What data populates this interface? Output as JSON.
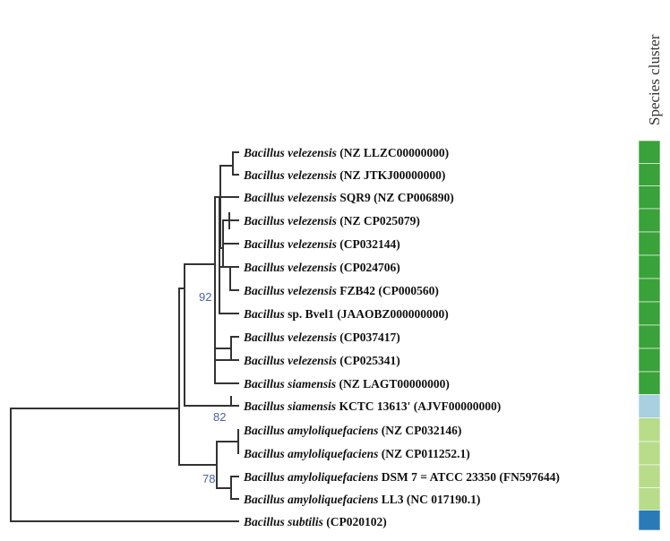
{
  "legend": {
    "title": "Species cluster"
  },
  "colors": {
    "branch": "#333333",
    "bootstrap": "#4a64a8",
    "cluster_velezensis": "#3aa23a",
    "cluster_siamensis": "#a8d0e0",
    "cluster_amyloliquefaciens": "#b8dc8a",
    "cluster_subtilis": "#2a7ab8"
  },
  "leaves": [
    {
      "genus": "Bacillus velezensis",
      "rest": " (NZ LLZC00000000)",
      "cluster": "velezensis"
    },
    {
      "genus": "Bacillus velezensis",
      "rest": " (NZ JTKJ00000000)",
      "cluster": "velezensis"
    },
    {
      "genus": "Bacillus velezensis",
      "rest": " SQR9 (NZ CP006890)",
      "cluster": "velezensis"
    },
    {
      "genus": "Bacillus velezensis",
      "rest": " (NZ CP025079)",
      "cluster": "velezensis"
    },
    {
      "genus": "Bacillus velezensis",
      "rest": " (CP032144)",
      "cluster": "velezensis"
    },
    {
      "genus": "Bacillus velezensis",
      "rest": " (CP024706)",
      "cluster": "velezensis"
    },
    {
      "genus": "Bacillus velezensis",
      "rest": " FZB42 (CP000560)",
      "cluster": "velezensis"
    },
    {
      "genus": "Bacillus",
      "rest": " sp. Bvel1 (JAAOBZ000000000)",
      "cluster": "velezensis"
    },
    {
      "genus": "Bacillus velezensis",
      "rest": " (CP037417)",
      "cluster": "velezensis"
    },
    {
      "genus": "Bacillus velezensis",
      "rest": " (CP025341)",
      "cluster": "velezensis"
    },
    {
      "genus": "Bacillus siamensis",
      "rest": " (NZ LAGT00000000)",
      "cluster": "velezensis"
    },
    {
      "genus": "Bacillus siamensis",
      "rest": " KCTC 13613' (AJVF00000000)",
      "cluster": "siamensis"
    },
    {
      "genus": "Bacillus amyloliquefaciens",
      "rest": " (NZ CP032146)",
      "cluster": "amyloliquefaciens"
    },
    {
      "genus": "Bacillus amyloliquefaciens",
      "rest": " (NZ CP011252.1)",
      "cluster": "amyloliquefaciens"
    },
    {
      "genus": "Bacillus amyloliquefaciens",
      "rest": " DSM 7 = ATCC 23350 (FN597644)",
      "cluster": "amyloliquefaciens"
    },
    {
      "genus": "Bacillus amyloliquefaciens",
      "rest": " LL3 (NC 017190.1)",
      "cluster": "amyloliquefaciens"
    },
    {
      "genus": "Bacillus subtilis",
      "rest": " (CP020102)",
      "cluster": "subtilis"
    }
  ],
  "bootstrap_values": [
    "92",
    "82",
    "78"
  ]
}
